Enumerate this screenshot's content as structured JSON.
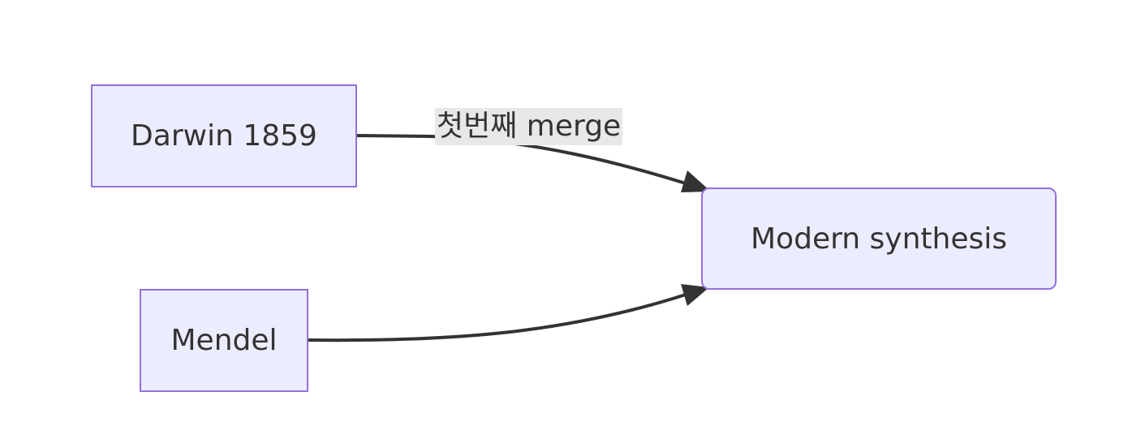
{
  "diagram": {
    "type": "flowchart",
    "direction": "LR",
    "colors": {
      "node_fill": "#ECECFF",
      "node_border": "#9370DB",
      "edge": "#333333",
      "text": "#333333",
      "edge_label_bg": "#e8e8e8"
    },
    "nodes": [
      {
        "id": "darwin",
        "label": "Darwin 1859",
        "shape": "rect"
      },
      {
        "id": "mendel",
        "label": "Mendel",
        "shape": "rect"
      },
      {
        "id": "modern",
        "label": "Modern synthesis",
        "shape": "rounded-rect"
      }
    ],
    "edges": [
      {
        "from": "darwin",
        "to": "modern",
        "label": "첫번째 merge"
      },
      {
        "from": "mendel",
        "to": "modern",
        "label": ""
      }
    ]
  }
}
